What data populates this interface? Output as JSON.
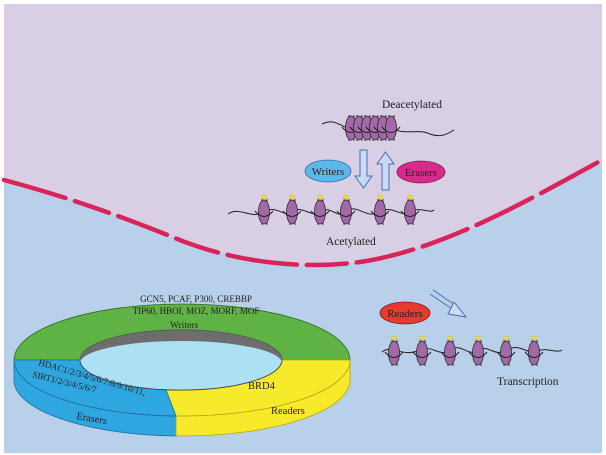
{
  "labels": {
    "deacetylated": "Deacetylated",
    "acetylated": "Acetylated",
    "writers_oval": "Writers",
    "erasers_oval": "Erasers",
    "readers_oval": "Readers",
    "transcription": "Transcription",
    "ring_writers_line1": "GCN5, PCAF, P300, CREBBP",
    "ring_writers_line2": "TIP60, HBOI, MOZ, MORF, MOF",
    "ring_writers": "Writers",
    "ring_erasers_line1": "HDAC1/2/3/4/5/6/7/8/9/10/11,",
    "ring_erasers_line2": "SIRT1/2/3/4/5/6/7",
    "ring_erasers": "Erasers",
    "ring_readers_item": "BRD4",
    "ring_readers": "Readers"
  },
  "colors": {
    "cell_background": "#b9d0ea",
    "nucleus": "#d9cfe4",
    "nuclear_envelope": "#d8245a",
    "nucleosome": "#a268a8",
    "acetyl_mark": "#f3e21c",
    "writers": "#5fb244",
    "erasers": "#2ea6df",
    "readers": "#f7ea2a",
    "ring_hole": "#aee0f4",
    "writers_oval": "#5bb8e8",
    "erasers_oval": "#d42c8a",
    "readers_oval": "#e53a2f"
  }
}
